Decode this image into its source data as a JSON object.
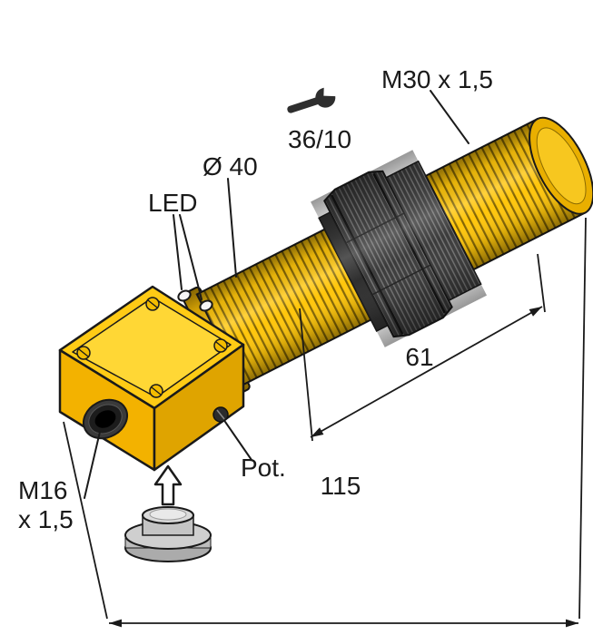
{
  "drawing": {
    "labels": {
      "thread_spec": "M30 x 1,5",
      "wrench_size": "36/10",
      "diameter": "Ø 40",
      "led": "LED",
      "pot": "Pot.",
      "cable_gland_line1": "M16",
      "cable_gland_line2": "x 1,5"
    },
    "dimensions": {
      "thread_length_mm": "61",
      "total_length_mm": "115"
    },
    "colors": {
      "body_yellow": "#FFC60B",
      "flange_yellow": "#EDB405",
      "housing_top": "#FFCB15",
      "housing_plate": "#FFD735",
      "housing_front": "#F3B200",
      "housing_side": "#DFA400",
      "tip_face": "#E9AF00",
      "tip_face_inner": "#F7C71F",
      "nut_dark": "#3B3B3B",
      "outline": "#1A1A1A",
      "cap_gray": "#CFCFCF"
    }
  }
}
